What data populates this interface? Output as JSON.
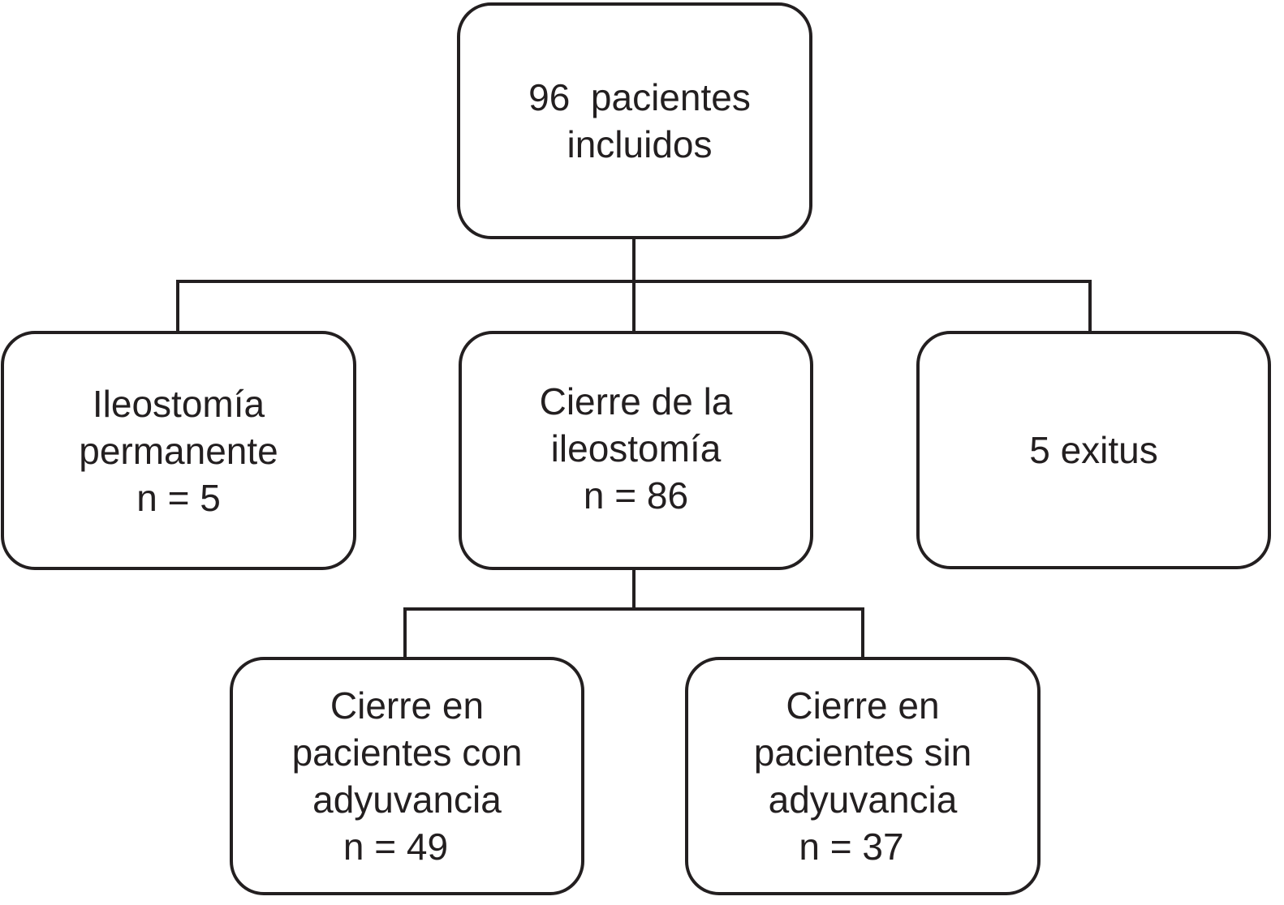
{
  "colors": {
    "stroke": "#231f20",
    "background": "#ffffff"
  },
  "nodes": {
    "root": {
      "lines": [
        "96  pacientes",
        "incluidos"
      ]
    },
    "permanent": {
      "lines": [
        "Ileostomía",
        "permanente"
      ],
      "n": "n = 5"
    },
    "closure": {
      "lines": [
        "Cierre de la",
        "ileostomía"
      ],
      "n": "n = 86"
    },
    "exitus": {
      "lines": [
        "5 exitus"
      ]
    },
    "with_adjuvant": {
      "lines": [
        "Cierre en",
        "pacientes con",
        "adyuvancia"
      ],
      "n": "n = 49"
    },
    "without_adjuvant": {
      "lines": [
        "Cierre en",
        "pacientes sin",
        "adyuvancia"
      ],
      "n": "n = 37"
    }
  }
}
